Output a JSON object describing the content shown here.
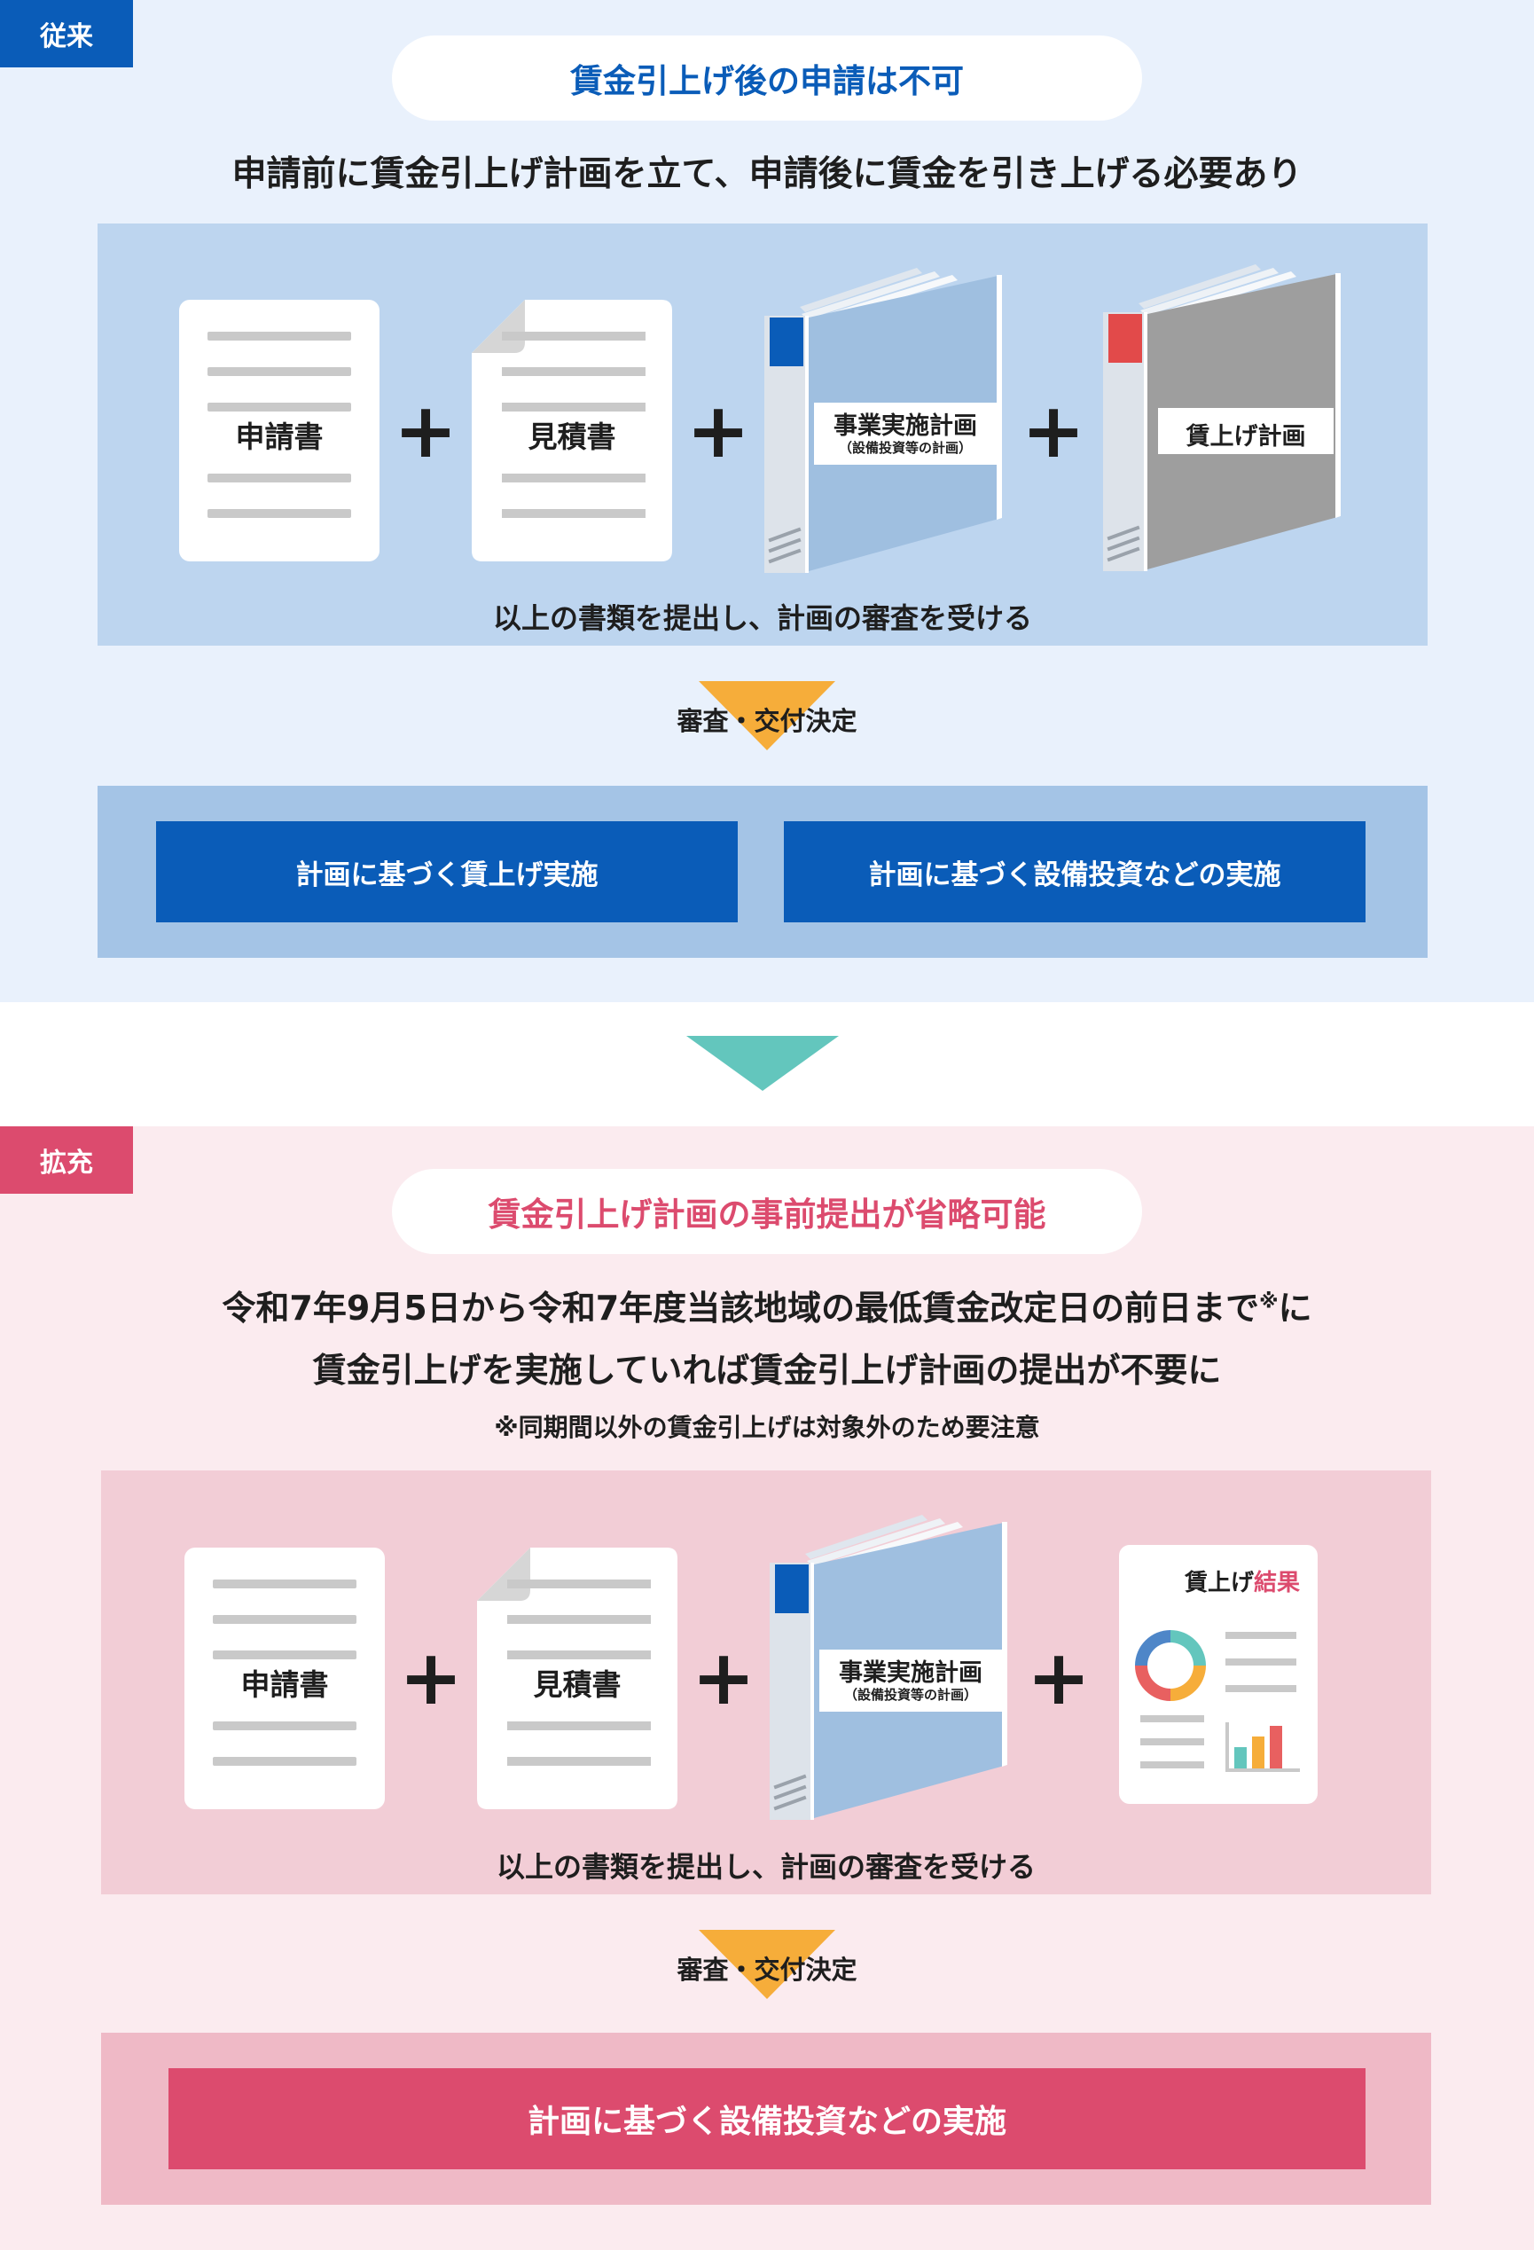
{
  "colors": {
    "blue": "#0a5cb8",
    "blue_bg": "#e9f1fc",
    "blue_panel": "#bdd5ef",
    "blue_panel2": "#a4c4e6",
    "pink": "#dc4b6e",
    "pink_bg": "#fbebef",
    "pink_panel": "#f2cdd6",
    "pink_panel2": "#efb9c6",
    "teal": "#63c6bd",
    "orange": "#f6ad3a"
  },
  "conventional": {
    "tag": "従来",
    "headline": "賃金引上げ後の申請は不可",
    "lead": "申請前に賃金引上げ計画を立て、申請後に賃金を引き上げる必要あり",
    "documents": [
      "申請書",
      "見積書"
    ],
    "plan_book": {
      "title": "事業実施計画",
      "subtitle": "（設備投資等の計画）"
    },
    "wage_book": {
      "title": "賃上げ計画"
    },
    "caption": "以上の書類を提出し、計画の審査を受ける",
    "decision": "審査・交付決定",
    "actions": [
      "計画に基づく賃上げ実施",
      "計画に基づく設備投資などの実施"
    ]
  },
  "expanded": {
    "tag": "拡充",
    "headline": "賃金引上げ計画の事前提出が省略可能",
    "lead_line1": "令和7年9月5日から令和7年度当該地域の最低賃金改定日の前日まで",
    "lead_mark": "※",
    "lead_line1_end": "に",
    "lead_line2": "賃金引上げを実施していれば賃金引上げ計画の提出が不要に",
    "note": "※同期間以外の賃金引上げは対象外のため要注意",
    "documents": [
      "申請書",
      "見積書"
    ],
    "plan_book": {
      "title": "事業実施計画",
      "subtitle": "（設備投資等の計画）"
    },
    "result_doc": {
      "title_prefix": "賃上げ",
      "title_suffix": "結果"
    },
    "caption": "以上の書類を提出し、計画の審査を受ける",
    "decision": "審査・交付決定",
    "action": "計画に基づく設備投資などの実施"
  },
  "icons": {
    "transition": "arrow-down-icon",
    "decision": "arrow-down-icon",
    "donut": "donut-chart-icon",
    "bars": "bar-chart-icon"
  }
}
